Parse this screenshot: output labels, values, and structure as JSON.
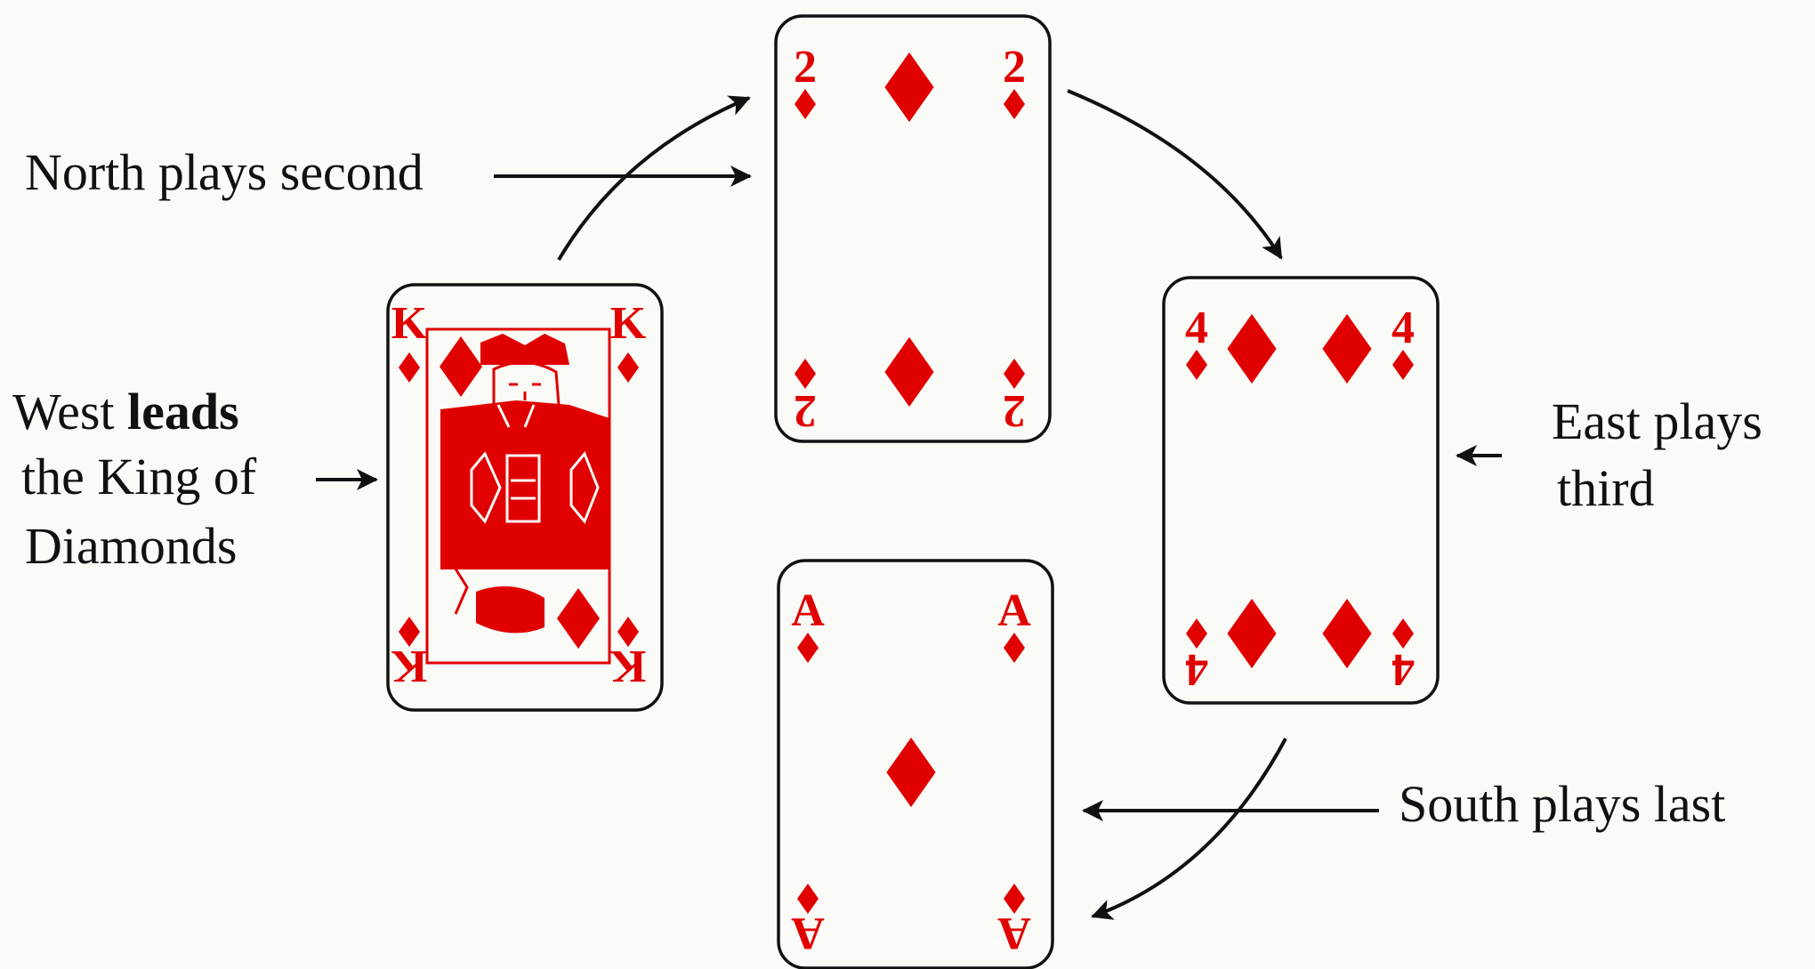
{
  "colors": {
    "background": "#fafaf7",
    "ink": "#111111",
    "suit": "#e00000"
  },
  "labels": {
    "north": "North plays second",
    "west_line1_prefix": "West ",
    "west_line1_bold": "leads",
    "west_line2": "the King of",
    "west_line3": "Diamonds",
    "east_line1": "East plays",
    "east_line2": "third",
    "south": "South plays last"
  },
  "cards": {
    "west": {
      "rank": "K",
      "suit": "diamond-icon"
    },
    "north": {
      "rank": "2",
      "suit": "diamond-icon"
    },
    "east": {
      "rank": "4",
      "suit": "diamond-icon"
    },
    "south": {
      "rank": "A",
      "suit": "diamond-icon"
    }
  }
}
